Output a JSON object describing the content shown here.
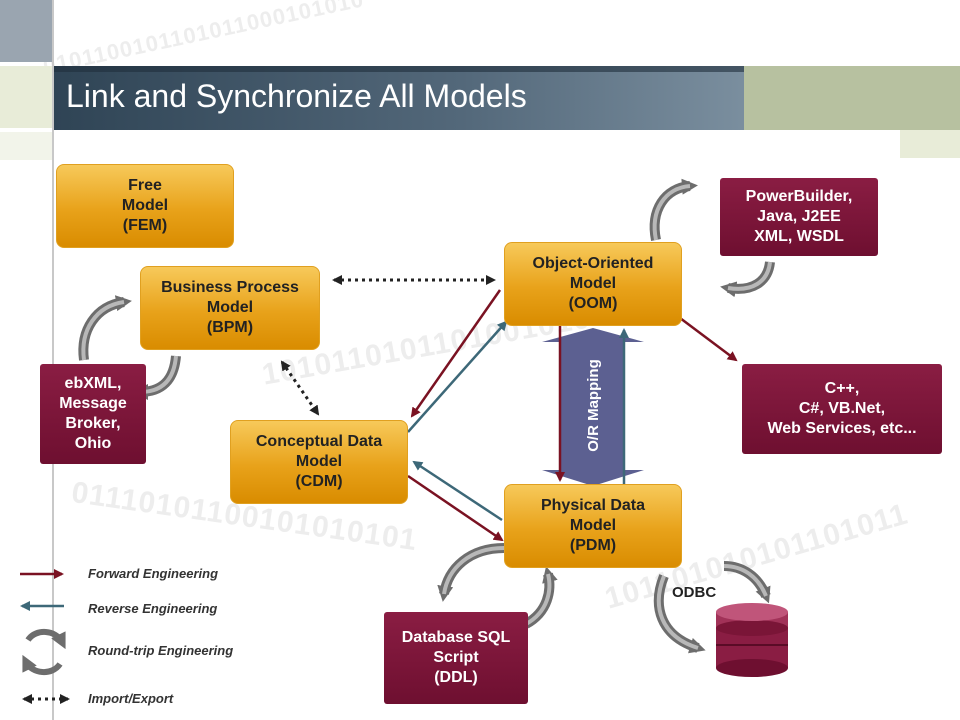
{
  "title": "Link and Synchronize All Models",
  "binary_text": [
    "0101100101101011000101010",
    "1010110101101001010",
    "01110101100101010101",
    "101101010101101011"
  ],
  "colors": {
    "gold": "#e8a21a",
    "maroon": "#6e0f30",
    "forward_arrow": "#7a1222",
    "reverse_arrow": "#3d6878",
    "roundtrip": "#6d6d6d",
    "mapping_arrow": "#4a4f85"
  },
  "models": {
    "fem": {
      "line1": "Free",
      "line2": "Model",
      "line3": "(FEM)"
    },
    "bpm": {
      "line1": "Business Process",
      "line2": "Model",
      "line3": "(BPM)"
    },
    "cdm": {
      "line1": "Conceptual Data",
      "line2": "Model",
      "line3": "(CDM)"
    },
    "oom": {
      "line1": "Object-Oriented",
      "line2": "Model",
      "line3": "(OOM)"
    },
    "pdm": {
      "line1": "Physical Data",
      "line2": "Model",
      "line3": "(PDM)"
    }
  },
  "targets": {
    "powerbuilder": {
      "line1": "PowerBuilder,",
      "line2": "Java, J2EE",
      "line3": "XML, WSDL"
    },
    "ebxml": {
      "line1": "ebXML,",
      "line2": "Message",
      "line3": "Broker,",
      "line4": "Ohio"
    },
    "cpp": {
      "line1": "C++,",
      "line2": "C#, VB.Net,",
      "line3": "Web Services, etc..."
    },
    "sql": {
      "line1": "Database SQL",
      "line2": "Script",
      "line3": "(DDL)"
    }
  },
  "labels": {
    "or_mapping": "O/R Mapping",
    "odbc": "ODBC",
    "database_icon": "database-icon"
  },
  "legend": {
    "forward": "Forward Engineering",
    "reverse": "Reverse Engineering",
    "roundtrip": "Round-trip Engineering",
    "import_export": "Import/Export"
  }
}
